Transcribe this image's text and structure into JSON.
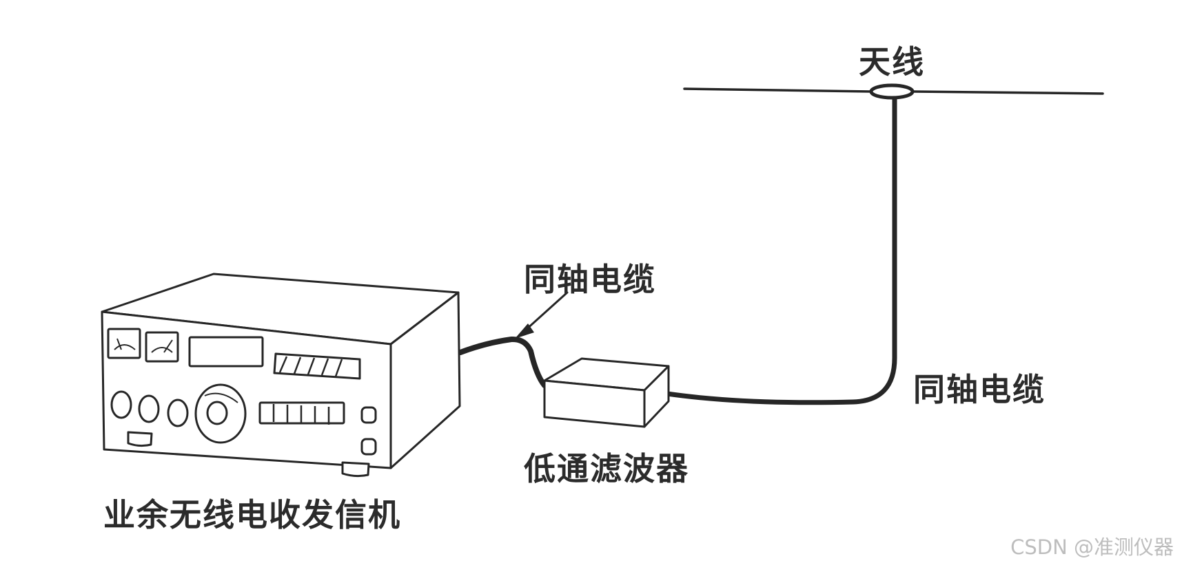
{
  "labels": {
    "antenna": "天线",
    "coax_upper": "同轴电缆",
    "coax_right": "同轴电缆",
    "low_pass_filter": "低通滤波器",
    "transceiver": "业余无线电收发信机"
  },
  "watermark": "CSDN @准测仪器",
  "colors": {
    "line": "#262626",
    "label": "#2b2b2b",
    "watermark": "#bdbdbd",
    "background": "#ffffff"
  }
}
